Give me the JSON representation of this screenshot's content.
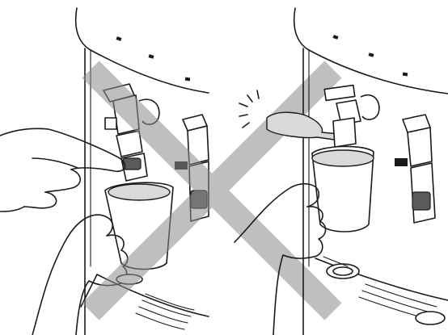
{
  "illustration": {
    "left_panel": {
      "depicts": "pressing-dispenser-push-button-with-finger",
      "marker": "cross"
    },
    "right_panel": {
      "depicts": "pressing-dispenser-lever-with-cup"
    },
    "colors": {
      "line": "#1a1a1a",
      "cross": "#b3b3b3",
      "cup_water": "#d9d9d9",
      "button": "#5a5a5a"
    }
  }
}
